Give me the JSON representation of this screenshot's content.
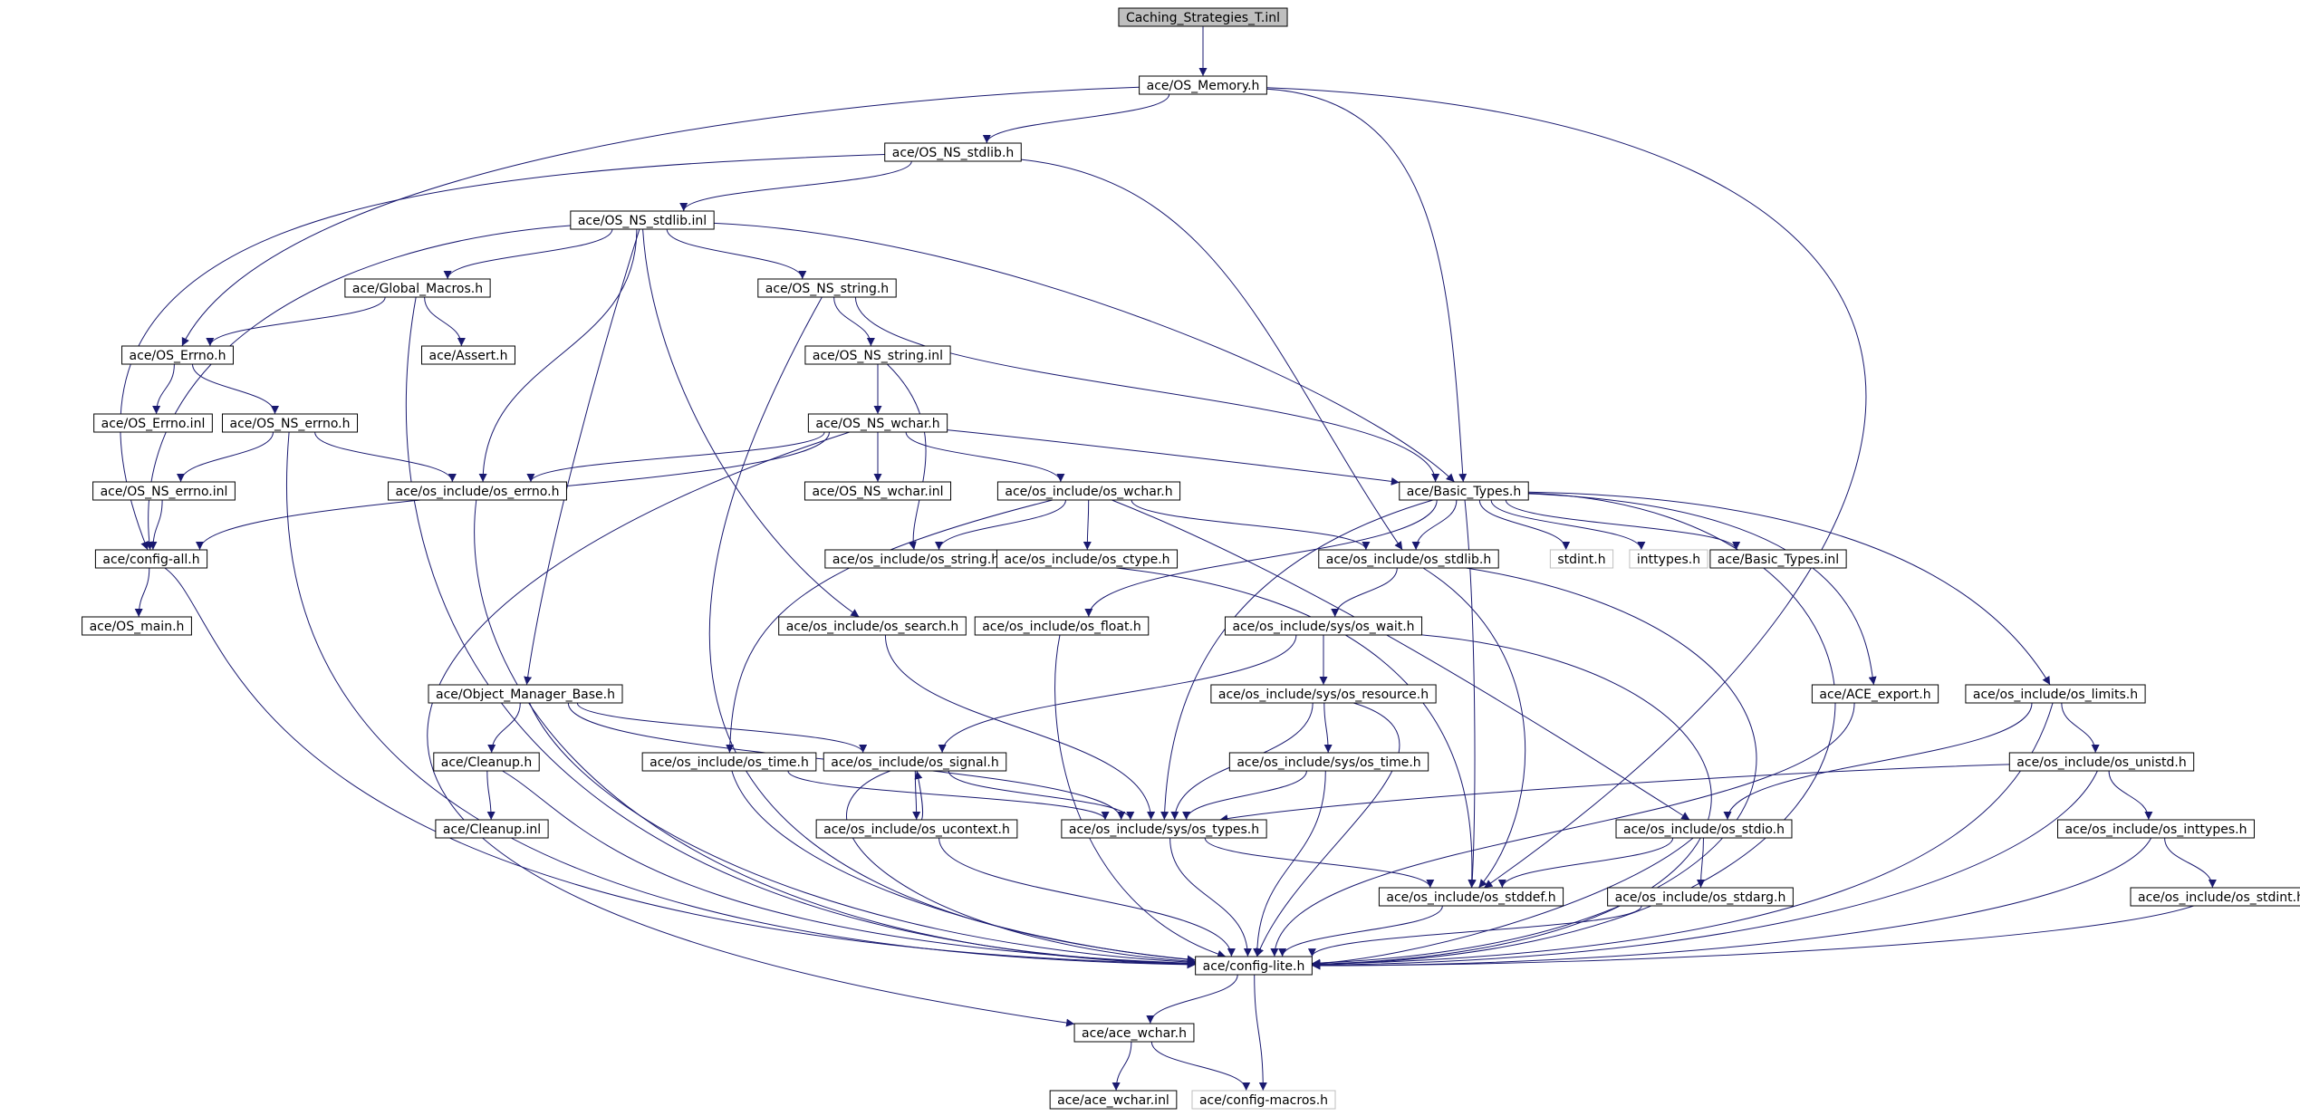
{
  "graph": {
    "colors": {
      "edge": "#191970",
      "box_border": "#000000",
      "missing_border": "#bfbfbf",
      "root_fill": "#bfbfbf",
      "text": "#000000"
    },
    "nodes": [
      {
        "id": "root",
        "label": "Caching_Strategies_T.inl",
        "kind": "root"
      },
      {
        "id": "os_memory_h",
        "label": "ace/OS_Memory.h"
      },
      {
        "id": "os_ns_stdlib_h",
        "label": "ace/OS_NS_stdlib.h"
      },
      {
        "id": "os_ns_stdlib_inl",
        "label": "ace/OS_NS_stdlib.inl"
      },
      {
        "id": "global_macros_h",
        "label": "ace/Global_Macros.h"
      },
      {
        "id": "os_ns_string_h",
        "label": "ace/OS_NS_string.h"
      },
      {
        "id": "os_errno_h",
        "label": "ace/OS_Errno.h"
      },
      {
        "id": "assert_h",
        "label": "ace/Assert.h"
      },
      {
        "id": "os_ns_string_inl",
        "label": "ace/OS_NS_string.inl"
      },
      {
        "id": "os_errno_inl",
        "label": "ace/OS_Errno.inl"
      },
      {
        "id": "os_ns_errno_h",
        "label": "ace/OS_NS_errno.h"
      },
      {
        "id": "os_ns_wchar_h",
        "label": "ace/OS_NS_wchar.h"
      },
      {
        "id": "os_ns_errno_inl",
        "label": "ace/OS_NS_errno.inl"
      },
      {
        "id": "os_include_os_errno_h",
        "label": "ace/os_include/os_errno.h"
      },
      {
        "id": "os_ns_wchar_inl",
        "label": "ace/OS_NS_wchar.inl"
      },
      {
        "id": "os_include_os_wchar_h",
        "label": "ace/os_include/os_wchar.h"
      },
      {
        "id": "basic_types_h",
        "label": "ace/Basic_Types.h"
      },
      {
        "id": "config_all_h",
        "label": "ace/config-all.h"
      },
      {
        "id": "os_include_os_string_h",
        "label": "ace/os_include/os_string.h"
      },
      {
        "id": "os_include_os_ctype_h",
        "label": "ace/os_include/os_ctype.h"
      },
      {
        "id": "os_include_os_stdlib_h",
        "label": "ace/os_include/os_stdlib.h"
      },
      {
        "id": "stdint_h",
        "label": "stdint.h",
        "kind": "missing"
      },
      {
        "id": "inttypes_h",
        "label": "inttypes.h",
        "kind": "missing"
      },
      {
        "id": "basic_types_inl",
        "label": "ace/Basic_Types.inl"
      },
      {
        "id": "os_main_h",
        "label": "ace/OS_main.h"
      },
      {
        "id": "os_include_os_search_h",
        "label": "ace/os_include/os_search.h"
      },
      {
        "id": "os_include_os_float_h",
        "label": "ace/os_include/os_float.h"
      },
      {
        "id": "os_include_sys_os_wait_h",
        "label": "ace/os_include/sys/os_wait.h"
      },
      {
        "id": "object_manager_base_h",
        "label": "ace/Object_Manager_Base.h"
      },
      {
        "id": "os_include_sys_os_resource_h",
        "label": "ace/os_include/sys/os_resource.h"
      },
      {
        "id": "ace_export_h",
        "label": "ace/ACE_export.h"
      },
      {
        "id": "os_include_os_limits_h",
        "label": "ace/os_include/os_limits.h"
      },
      {
        "id": "cleanup_h",
        "label": "ace/Cleanup.h"
      },
      {
        "id": "os_include_os_time_h",
        "label": "ace/os_include/os_time.h"
      },
      {
        "id": "os_include_os_signal_h",
        "label": "ace/os_include/os_signal.h"
      },
      {
        "id": "os_include_sys_os_time_h",
        "label": "ace/os_include/sys/os_time.h"
      },
      {
        "id": "os_include_os_unistd_h",
        "label": "ace/os_include/os_unistd.h"
      },
      {
        "id": "cleanup_inl",
        "label": "ace/Cleanup.inl"
      },
      {
        "id": "os_include_os_ucontext_h",
        "label": "ace/os_include/os_ucontext.h"
      },
      {
        "id": "os_include_sys_os_types_h",
        "label": "ace/os_include/sys/os_types.h"
      },
      {
        "id": "os_include_os_stdio_h",
        "label": "ace/os_include/os_stdio.h"
      },
      {
        "id": "os_include_os_inttypes_h",
        "label": "ace/os_include/os_inttypes.h"
      },
      {
        "id": "os_include_os_stddef_h",
        "label": "ace/os_include/os_stddef.h"
      },
      {
        "id": "os_include_os_stdarg_h",
        "label": "ace/os_include/os_stdarg.h"
      },
      {
        "id": "os_include_os_stdint_h",
        "label": "ace/os_include/os_stdint.h"
      },
      {
        "id": "config_lite_h",
        "label": "ace/config-lite.h"
      },
      {
        "id": "ace_wchar_h",
        "label": "ace/ace_wchar.h"
      },
      {
        "id": "ace_wchar_inl",
        "label": "ace/ace_wchar.inl"
      },
      {
        "id": "config_macros_h",
        "label": "ace/config-macros.h",
        "kind": "missing"
      }
    ],
    "edges": [
      [
        "root",
        "os_memory_h"
      ],
      [
        "os_memory_h",
        "os_ns_stdlib_h"
      ],
      [
        "os_memory_h",
        "os_errno_h"
      ],
      [
        "os_memory_h",
        "basic_types_h"
      ],
      [
        "os_memory_h",
        "os_include_os_stddef_h"
      ],
      [
        "os_ns_stdlib_h",
        "os_ns_stdlib_inl"
      ],
      [
        "os_ns_stdlib_h",
        "config_all_h"
      ],
      [
        "os_ns_stdlib_h",
        "os_include_os_stdlib_h"
      ],
      [
        "os_ns_stdlib_inl",
        "global_macros_h"
      ],
      [
        "os_ns_stdlib_inl",
        "os_ns_string_h"
      ],
      [
        "os_ns_stdlib_inl",
        "basic_types_h"
      ],
      [
        "os_ns_stdlib_inl",
        "os_include_os_errno_h"
      ],
      [
        "os_ns_stdlib_inl",
        "config_all_h"
      ],
      [
        "os_ns_stdlib_inl",
        "os_include_os_search_h"
      ],
      [
        "os_ns_stdlib_inl",
        "object_manager_base_h"
      ],
      [
        "global_macros_h",
        "os_errno_h"
      ],
      [
        "global_macros_h",
        "assert_h"
      ],
      [
        "global_macros_h",
        "config_lite_h"
      ],
      [
        "os_ns_string_h",
        "os_ns_string_inl"
      ],
      [
        "os_ns_string_h",
        "basic_types_h"
      ],
      [
        "os_ns_string_h",
        "config_lite_h"
      ],
      [
        "os_ns_string_inl",
        "os_ns_wchar_h"
      ],
      [
        "os_ns_string_inl",
        "os_include_os_string_h"
      ],
      [
        "os_errno_h",
        "os_errno_inl"
      ],
      [
        "os_errno_h",
        "os_ns_errno_h"
      ],
      [
        "os_ns_errno_h",
        "os_ns_errno_inl"
      ],
      [
        "os_ns_errno_h",
        "os_include_os_errno_h"
      ],
      [
        "os_ns_errno_h",
        "config_lite_h"
      ],
      [
        "os_ns_errno_inl",
        "config_all_h"
      ],
      [
        "os_ns_wchar_h",
        "os_ns_wchar_inl"
      ],
      [
        "os_ns_wchar_h",
        "os_include_os_wchar_h"
      ],
      [
        "os_ns_wchar_h",
        "basic_types_h"
      ],
      [
        "os_ns_wchar_h",
        "os_include_os_errno_h"
      ],
      [
        "os_ns_wchar_h",
        "config_all_h"
      ],
      [
        "os_ns_wchar_h",
        "ace_wchar_h"
      ],
      [
        "os_include_os_wchar_h",
        "os_include_os_string_h"
      ],
      [
        "os_include_os_wchar_h",
        "os_include_os_ctype_h"
      ],
      [
        "os_include_os_wchar_h",
        "os_include_os_stdlib_h"
      ],
      [
        "os_include_os_wchar_h",
        "os_include_os_time_h"
      ],
      [
        "os_include_os_wchar_h",
        "os_include_os_stdio_h"
      ],
      [
        "os_include_os_errno_h",
        "config_lite_h"
      ],
      [
        "config_all_h",
        "os_main_h"
      ],
      [
        "config_all_h",
        "config_lite_h"
      ],
      [
        "os_include_os_string_h",
        "os_include_os_stddef_h"
      ],
      [
        "basic_types_h",
        "os_include_os_stdlib_h"
      ],
      [
        "basic_types_h",
        "stdint_h"
      ],
      [
        "basic_types_h",
        "inttypes_h"
      ],
      [
        "basic_types_h",
        "basic_types_inl"
      ],
      [
        "basic_types_h",
        "os_include_os_float_h"
      ],
      [
        "basic_types_h",
        "ace_export_h"
      ],
      [
        "basic_types_h",
        "os_include_os_limits_h"
      ],
      [
        "basic_types_h",
        "os_include_sys_os_types_h"
      ],
      [
        "basic_types_h",
        "os_include_os_stddef_h"
      ],
      [
        "basic_types_h",
        "config_lite_h"
      ],
      [
        "os_include_os_stdlib_h",
        "os_include_sys_os_wait_h"
      ],
      [
        "os_include_os_stdlib_h",
        "os_include_os_stddef_h"
      ],
      [
        "os_include_os_stdlib_h",
        "config_lite_h"
      ],
      [
        "os_include_os_search_h",
        "os_include_sys_os_types_h"
      ],
      [
        "os_include_os_float_h",
        "config_lite_h"
      ],
      [
        "os_include_sys_os_wait_h",
        "os_include_sys_os_resource_h"
      ],
      [
        "os_include_sys_os_wait_h",
        "os_include_os_signal_h"
      ],
      [
        "os_include_sys_os_wait_h",
        "config_lite_h"
      ],
      [
        "object_manager_base_h",
        "cleanup_h"
      ],
      [
        "object_manager_base_h",
        "os_include_os_signal_h"
      ],
      [
        "object_manager_base_h",
        "os_include_sys_os_types_h"
      ],
      [
        "object_manager_base_h",
        "config_lite_h"
      ],
      [
        "os_include_sys_os_resource_h",
        "os_include_sys_os_time_h"
      ],
      [
        "os_include_sys_os_resource_h",
        "os_include_sys_os_types_h"
      ],
      [
        "os_include_sys_os_resource_h",
        "config_lite_h"
      ],
      [
        "ace_export_h",
        "config_lite_h"
      ],
      [
        "os_include_os_limits_h",
        "os_include_os_unistd_h"
      ],
      [
        "os_include_os_limits_h",
        "os_include_os_stdio_h"
      ],
      [
        "os_include_os_limits_h",
        "config_lite_h"
      ],
      [
        "cleanup_h",
        "cleanup_inl"
      ],
      [
        "cleanup_h",
        "config_lite_h"
      ],
      [
        "os_include_os_time_h",
        "os_include_sys_os_types_h"
      ],
      [
        "os_include_os_time_h",
        "config_lite_h"
      ],
      [
        "os_include_os_signal_h",
        "os_include_os_ucontext_h"
      ],
      [
        "os_include_os_signal_h",
        "os_include_sys_os_types_h"
      ],
      [
        "os_include_os_signal_h",
        "config_lite_h"
      ],
      [
        "os_include_os_ucontext_h",
        "os_include_os_signal_h"
      ],
      [
        "os_include_os_ucontext_h",
        "config_lite_h"
      ],
      [
        "os_include_sys_os_time_h",
        "os_include_sys_os_types_h"
      ],
      [
        "os_include_sys_os_time_h",
        "config_lite_h"
      ],
      [
        "os_include_os_unistd_h",
        "os_include_os_inttypes_h"
      ],
      [
        "os_include_os_unistd_h",
        "os_include_sys_os_types_h"
      ],
      [
        "os_include_os_unistd_h",
        "config_lite_h"
      ],
      [
        "os_include_sys_os_types_h",
        "os_include_os_stddef_h"
      ],
      [
        "os_include_sys_os_types_h",
        "config_lite_h"
      ],
      [
        "os_include_os_stdio_h",
        "os_include_os_stddef_h"
      ],
      [
        "os_include_os_stdio_h",
        "os_include_os_stdarg_h"
      ],
      [
        "os_include_os_stdio_h",
        "config_lite_h"
      ],
      [
        "os_include_os_inttypes_h",
        "os_include_os_stdint_h"
      ],
      [
        "os_include_os_inttypes_h",
        "config_lite_h"
      ],
      [
        "os_include_os_stddef_h",
        "config_lite_h"
      ],
      [
        "os_include_os_stdarg_h",
        "config_lite_h"
      ],
      [
        "os_include_os_stdint_h",
        "config_lite_h"
      ],
      [
        "config_lite_h",
        "ace_wchar_h"
      ],
      [
        "config_lite_h",
        "config_macros_h"
      ],
      [
        "ace_wchar_h",
        "ace_wchar_inl"
      ],
      [
        "ace_wchar_h",
        "config_macros_h"
      ]
    ]
  }
}
